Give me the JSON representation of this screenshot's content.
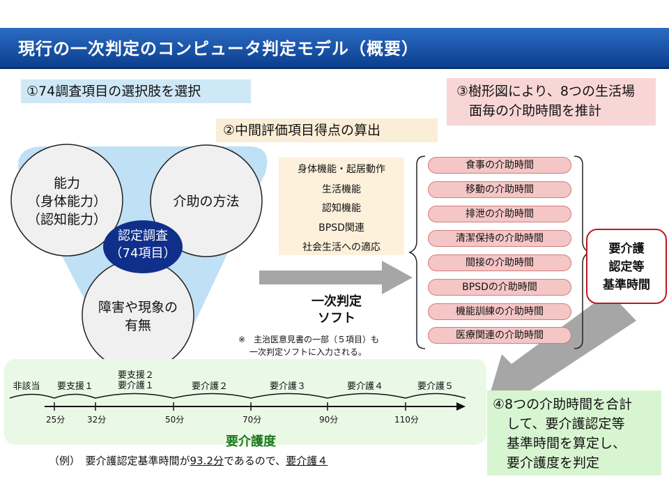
{
  "title": "現行の一次判定のコンピュータ判定モデル（概要）",
  "steps": {
    "step1": "①74調査項目の選択肢を選択",
    "step2": "②中間評価項目得点の算出",
    "step3": [
      "③樹形図により、8つの生活場",
      "面毎の介助時間を推計"
    ],
    "step4": [
      "④8つの介助時間を合計",
      "して、要介護認定等",
      "基準時間を算定し、",
      "要介護度を判定"
    ]
  },
  "survey": {
    "center": [
      "認定調査",
      "（74項目）"
    ],
    "ability": [
      "能力",
      "（身体能力）",
      "（認知能力）"
    ],
    "care_method": "介助の方法",
    "disorder": [
      "障害や現象の",
      "有無"
    ]
  },
  "evaluation_items": [
    "身体機能・起居動作",
    "生活機能",
    "認知機能",
    "BPSD関連",
    "社会生活への適応"
  ],
  "software": [
    "一次判定",
    "ソフト"
  ],
  "note": [
    "※　主治医意見書の一部（５項目）も",
    "一次判定ソフトに入力される。"
  ],
  "care_times": [
    "食事の介助時間",
    "移動の介助時間",
    "排泄の介助時間",
    "清潔保持の介助時間",
    "間接の介助時間",
    "BPSDの介助時間",
    "機能訓練の介助時間",
    "医療関連の介助時間"
  ],
  "standard_time_box": [
    "要介護",
    "認定等",
    "基準時間"
  ],
  "scale": {
    "levels": [
      {
        "label": [
          "非該当"
        ]
      },
      {
        "label": [
          "要支援１"
        ]
      },
      {
        "label": [
          "要支援２",
          "要介護１"
        ]
      },
      {
        "label": [
          "要介護２"
        ]
      },
      {
        "label": [
          "要介護３"
        ]
      },
      {
        "label": [
          "要介護４"
        ]
      },
      {
        "label": [
          "要介護５"
        ]
      }
    ],
    "ticks": [
      "25分",
      "32分",
      "50分",
      "70分",
      "90分",
      "110分"
    ],
    "title": "要介護度"
  },
  "example": {
    "prefix": "（例）　要介護認定基準時間が",
    "value": "93.2分",
    "middle": "であるので、",
    "result": "要介護４"
  },
  "colors": {
    "title_bar": "#0c3f8f",
    "survey_bg": "#bfe0f5",
    "survey_center": "#0f2f8a",
    "pill_fill": "#f5c6c6",
    "standard_border": "#c0161b",
    "care_title": "#1b7a1b",
    "arrow": "#a6a6a6"
  }
}
